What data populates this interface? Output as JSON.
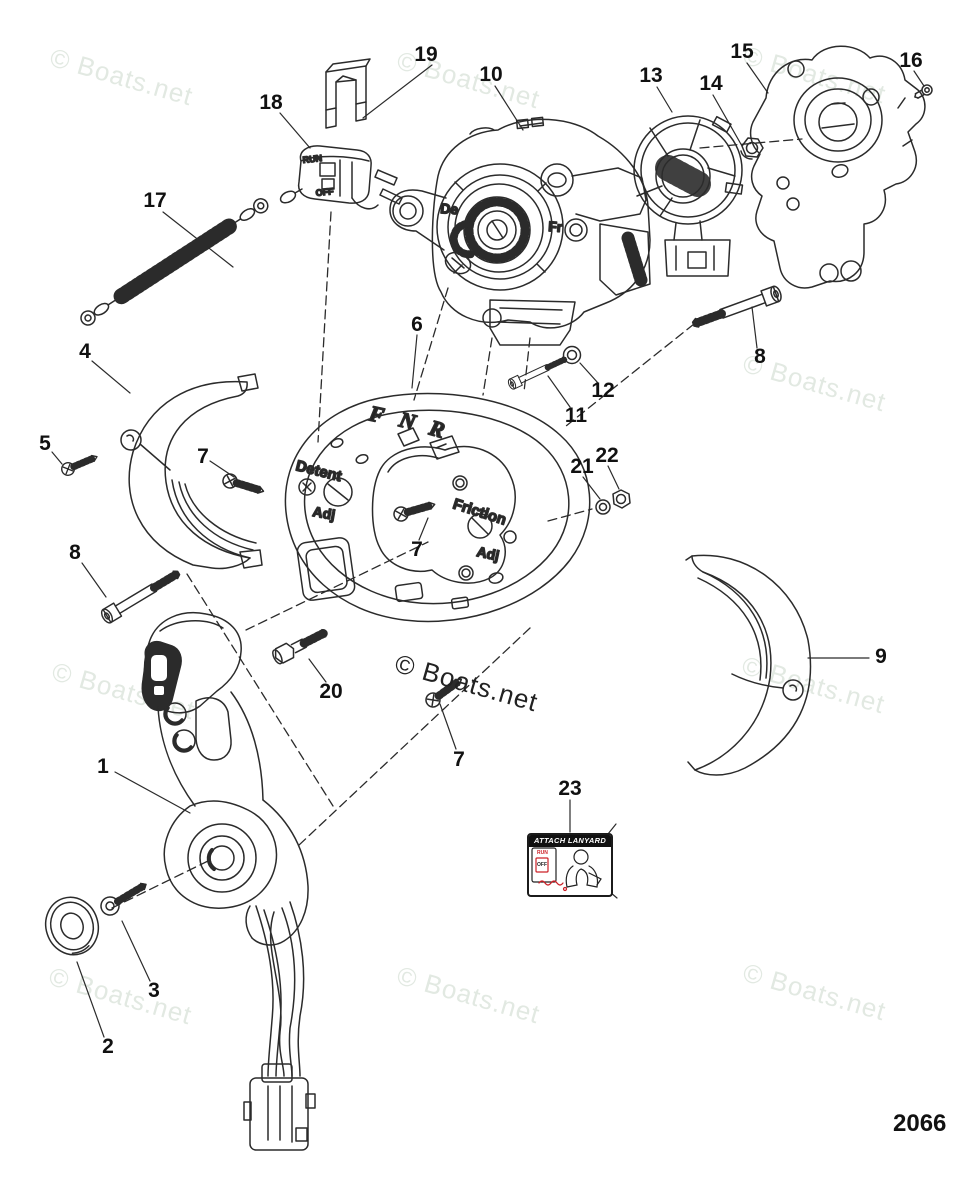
{
  "watermark": {
    "text": "© Boats.net"
  },
  "page_code": "2066",
  "callouts": [
    {
      "label": "19"
    },
    {
      "label": "18"
    },
    {
      "label": "17"
    },
    {
      "label": "10"
    },
    {
      "label": "13"
    },
    {
      "label": "14"
    },
    {
      "label": "15"
    },
    {
      "label": "16"
    },
    {
      "label": "4"
    },
    {
      "label": "5"
    },
    {
      "label": "6"
    },
    {
      "label": "11"
    },
    {
      "label": "12"
    },
    {
      "label": "8"
    },
    {
      "label": "7"
    },
    {
      "label": "21"
    },
    {
      "label": "22"
    },
    {
      "label": "8"
    },
    {
      "label": "20"
    },
    {
      "label": "7"
    },
    {
      "label": "7"
    },
    {
      "label": "9"
    },
    {
      "label": "1"
    },
    {
      "label": "3"
    },
    {
      "label": "2"
    },
    {
      "label": "23"
    }
  ],
  "plate_markings": {
    "forward": "F",
    "neutral": "N",
    "reverse": "R",
    "detent": "Detent",
    "detent_adj": "Adj",
    "friction": "Friction",
    "friction_adj": "Adj"
  },
  "housing_markings": {
    "detent_abbr": "De",
    "friction_abbr": "Fr"
  },
  "switch_markings": {
    "run": "RUN",
    "off": "OFF"
  },
  "warning_label": {
    "title": "ATTACH LANYARD",
    "run": "RUN",
    "off": "OFF"
  }
}
